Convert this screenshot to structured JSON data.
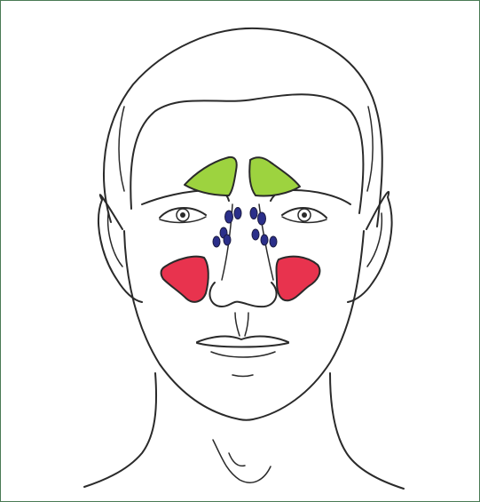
{
  "figure": {
    "subject": "front-view-head",
    "regions": [
      {
        "key": "frontal",
        "color": "#9dd33f"
      },
      {
        "key": "ethmoid",
        "color": "#2b2f8a"
      },
      {
        "key": "maxillary",
        "color": "#e8334e"
      }
    ],
    "colors": {
      "frame_border": "#4a7a55",
      "outline": "#2a2a2a",
      "background": "#ffffff"
    }
  }
}
